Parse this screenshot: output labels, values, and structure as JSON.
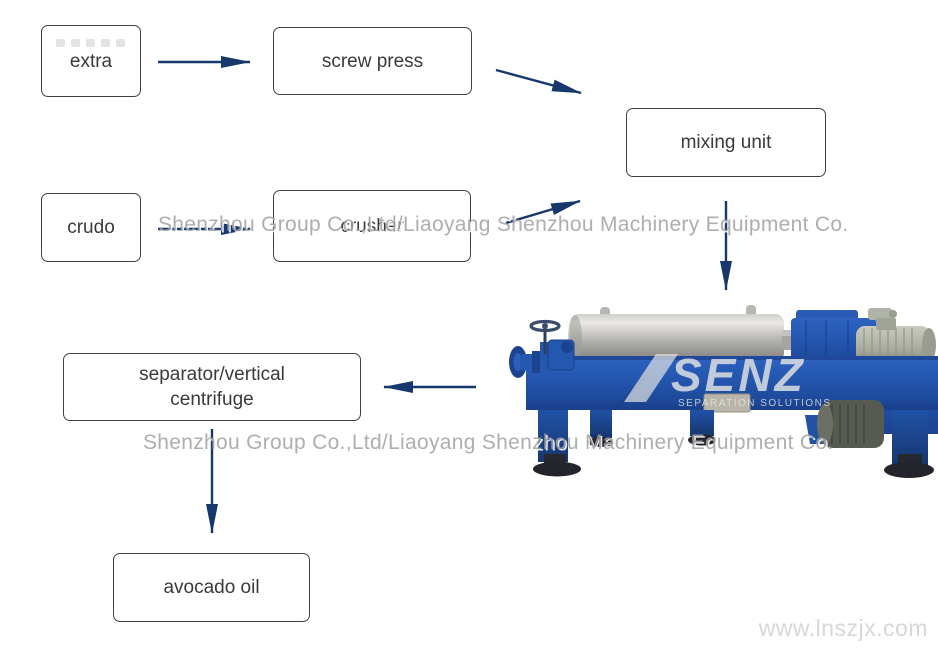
{
  "diagram": {
    "nodes": {
      "extra": {
        "label": "extra"
      },
      "screw_press": {
        "label": "screw press"
      },
      "mixing_unit": {
        "label": "mixing unit"
      },
      "crudo": {
        "label": "crudo"
      },
      "crusher": {
        "label": "crusher"
      },
      "separator": {
        "label": "separator/vertical\ncentrifuge"
      },
      "avocado_oil": {
        "label": "avocado oil"
      }
    }
  },
  "machine": {
    "brand": "SENZ",
    "brand_subtitle": "SEPARATION SOLUTIONS"
  },
  "watermarks": {
    "company": "Shenzhou Group Co.,Ltd/Liaoyang Shenzhou Machinery Equipment Co.",
    "website": "www.lnszjx.com"
  },
  "colors": {
    "arrow": "#16386b",
    "box_border": "#414141",
    "box_text": "#3a3a3a",
    "watermark_gray": "#a3a3a3",
    "website_gray": "#d7d7d7",
    "machine_blue": "#2254ab",
    "drum_gray": "#b3b2ae"
  }
}
